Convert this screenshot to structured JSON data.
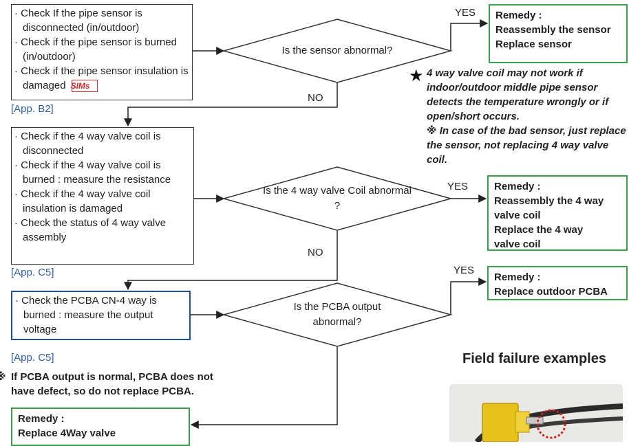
{
  "step1": {
    "items": [
      "Check If the pipe sensor is disconnected (in/outdoor)",
      "Check if the pipe sensor is burned (in/outdoor)",
      "Check if the pipe sensor insulation is damaged"
    ],
    "badge": "SIMs",
    "ref": "[App. B2]"
  },
  "decision1": {
    "text": "Is the sensor abnormal?",
    "yes": "YES",
    "no": "NO"
  },
  "remedy1": {
    "lines": [
      "Remedy :",
      "Reassembly the sensor",
      "Replace sensor"
    ]
  },
  "note": {
    "star": "★",
    "text": "4 way valve coil may not work if indoor/outdoor middle pipe sensor detects the temperature wrongly or if open/short occurs.",
    "text2": "※ In case of the bad sensor, just replace the sensor, not replacing 4 way valve coil."
  },
  "step2": {
    "items": [
      "Check if the 4 way valve coil is disconnected",
      "Check if the 4 way valve coil is burned : measure the resistance",
      "Check if the 4 way valve coil insulation is damaged",
      "Check the status of 4 way valve assembly"
    ],
    "ref": "[App. C5]"
  },
  "decision2": {
    "text": "Is the 4 way valve Coil abnormal ?",
    "yes": "YES",
    "no": "NO"
  },
  "remedy2": {
    "lines": [
      "Remedy :",
      "Reassembly the 4 way",
      "valve coil",
      "Replace the 4 way",
      "valve coil"
    ]
  },
  "step3": {
    "items": [
      "Check the PCBA CN-4 way is burned : measure the output voltage"
    ],
    "ref": "[App. C5]"
  },
  "decision3": {
    "text": "Is the PCBA output abnormal?",
    "yes": "YES"
  },
  "remedy3": {
    "lines": [
      "Remedy :",
      "Replace outdoor PCBA"
    ]
  },
  "pcba_note": {
    "mark": "※",
    "text": "If PCBA output is normal, PCBA does not have defect, so do not replace PCBA."
  },
  "remedy4": {
    "lines": [
      "Remedy :",
      "Replace 4Way valve"
    ]
  },
  "field": {
    "title": "Field failure examples"
  }
}
